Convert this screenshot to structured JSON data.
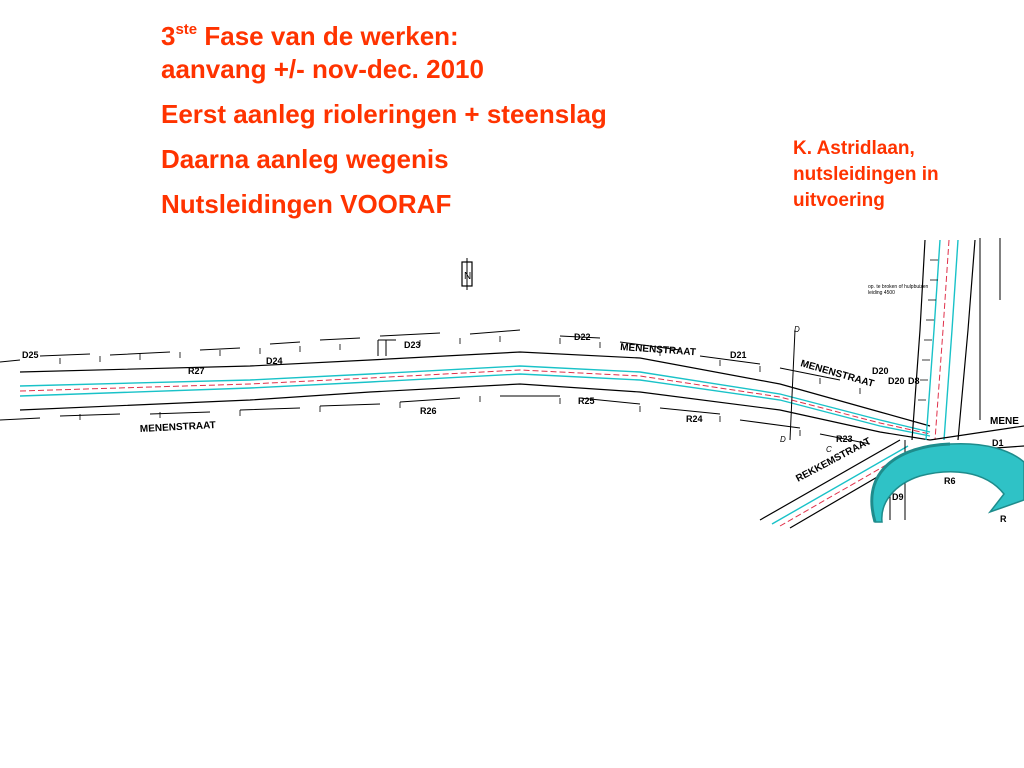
{
  "colors": {
    "heading": "#ff3300",
    "plan_line": "#000000",
    "pipe_cyan": "#19c2c8",
    "pipe_red": "#e0304a",
    "arrow_fill": "#2fc2c6",
    "arrow_dark": "#1e8c8c"
  },
  "heading": {
    "phase_number": "3",
    "phase_suffix": "ste",
    "phase_text": " Fase van de werken:",
    "phase_timing": "aanvang +/- nov-dec. 2010",
    "step1": "Eerst aanleg rioleringen + steenslag",
    "step2": "Daarna aanleg wegenis",
    "step3": "Nutsleidingen VOORAF"
  },
  "side_note": {
    "lines": [
      "K. Astridlaan,",
      "nutsleidingen in",
      "uitvoering"
    ]
  },
  "plan": {
    "north_symbol": "N",
    "streets": {
      "menen_left": "MENENSTRAAT",
      "menen_mid": "MENENSTRAAT",
      "menen_right": "MENENSTRAAT",
      "menen_edge": "MENE",
      "rekkem": "REKKEMSTRAAT"
    },
    "manholes": [
      "D25",
      "R27",
      "D24",
      "D23",
      "R26",
      "D22",
      "R25",
      "R24",
      "D21",
      "D20",
      "D20",
      "D8",
      "R23",
      "R6",
      "D9",
      "D1",
      "R"
    ],
    "misc_labels": [
      "D",
      "D",
      "C"
    ],
    "notes": [
      "op. te broken of hulpbuizen",
      "leiding 4500"
    ]
  }
}
